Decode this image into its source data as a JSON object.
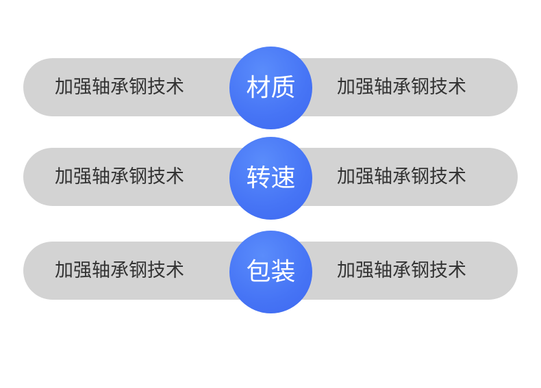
{
  "rows": [
    {
      "left_text": "加强轴承钢技术",
      "badge": "材质",
      "right_text": "加强轴承钢技术"
    },
    {
      "left_text": "加强轴承钢技术",
      "badge": "转速",
      "right_text": "加强轴承钢技术"
    },
    {
      "left_text": "加强轴承钢技术",
      "badge": "包装",
      "right_text": "加强轴承钢技术"
    }
  ],
  "colors": {
    "pill": "#d3d3d3",
    "badge": "#4674f5",
    "text": "#333333",
    "badge_text": "#ffffff"
  }
}
